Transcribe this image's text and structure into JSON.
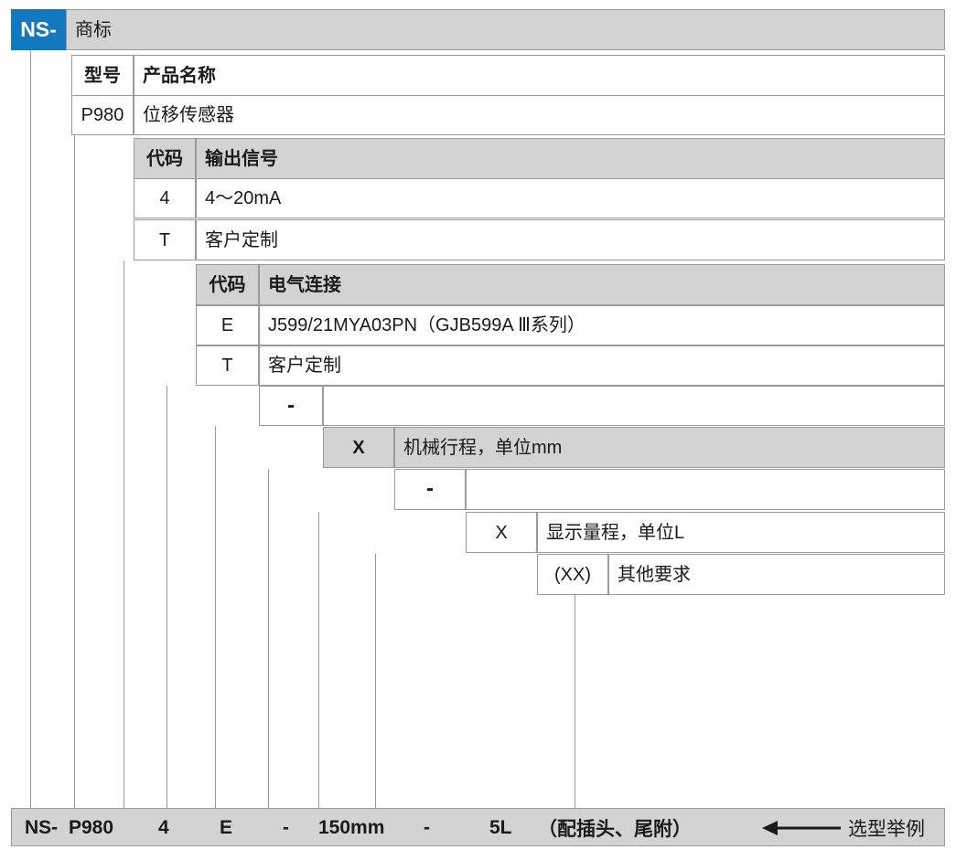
{
  "document": {
    "title": "NS-P980 位移传感器 选型代码表",
    "brand_code": "NS-",
    "accent_color": "#1279c0",
    "header_fill": "#d3d3d3",
    "border_color": "#9a9a9a"
  },
  "rows": {
    "brand": {
      "code": "NS-",
      "label": "商标"
    },
    "model_header": {
      "code": "型号",
      "label": "产品名称"
    },
    "model_value": {
      "code": "P980",
      "label": "位移传感器"
    },
    "output_header": {
      "code": "代码",
      "label": "输出信号"
    },
    "output_options": [
      {
        "code": "4",
        "label": "4～20mA"
      },
      {
        "code": "T",
        "label": "客户定制"
      }
    ],
    "electrical_header": {
      "code": "代码",
      "label": "电气连接"
    },
    "electrical_options": [
      {
        "code": "E",
        "label": "J599/21MYA03PN（GJB599A Ⅲ系列）"
      },
      {
        "code": "T",
        "label": "客户定制"
      }
    ],
    "separator_1": {
      "code": "-",
      "label": ""
    },
    "stroke": {
      "code": "X",
      "label": "机械行程，单位mm"
    },
    "separator_2": {
      "code": "-",
      "label": ""
    },
    "display_range": {
      "code": "X",
      "label": "显示量程，单位L"
    },
    "other": {
      "code": "(XX)",
      "label": "其他要求"
    }
  },
  "summary": {
    "parts": [
      "NS-",
      "P980",
      "4",
      "E",
      "-",
      "150mm",
      "-",
      "5L",
      "（配插头、尾附）"
    ],
    "note": "选型举例",
    "arrow_icon": "left-arrow-icon"
  }
}
